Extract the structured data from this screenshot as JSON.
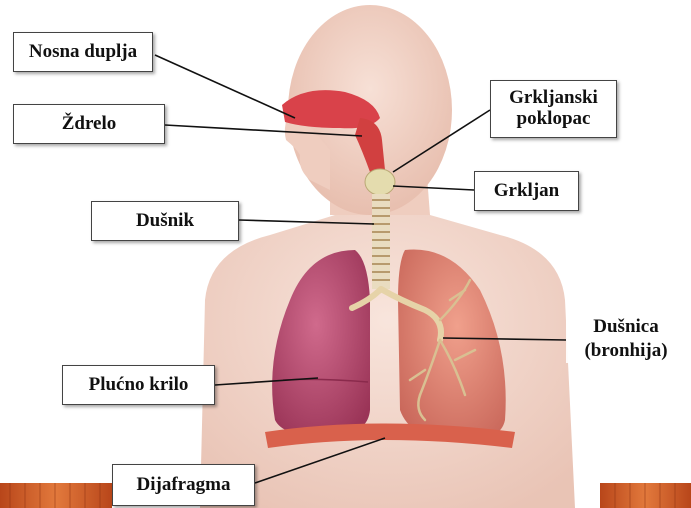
{
  "labels": {
    "nasal_cavity": "Nosna duplja",
    "pharynx": "Ždrelo",
    "epiglottis_line1": "Grkljanski",
    "epiglottis_line2": "poklopac",
    "larynx": "Grkljan",
    "trachea": "Dušnik",
    "bronchus_line1": "Dušnica",
    "bronchus_line2": "(bronhija)",
    "lung": "Plućno krilo",
    "diaphragm": "Dijafragma"
  },
  "colors": {
    "skin": "#f3d3c6",
    "skin_shadow": "#e2b2a2",
    "lung": "#c4557a",
    "lung_dark": "#9c3658",
    "trachea": "#e9dcc0",
    "diaphragm": "#d9614c",
    "airway_red": "#d83a3a",
    "bottom_bar": "#c8531f"
  }
}
